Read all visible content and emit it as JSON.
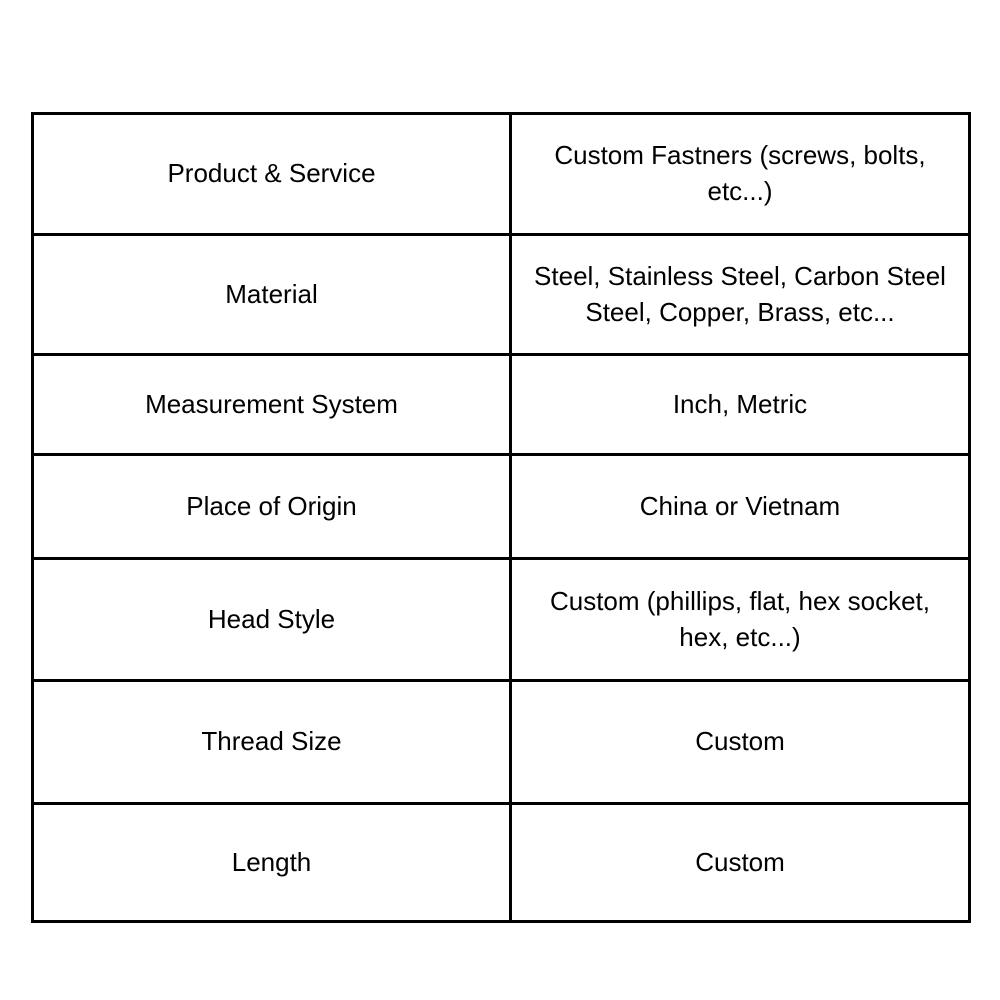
{
  "page": {
    "background_color": "#ffffff",
    "text_color": "#000000",
    "border_color": "#000000"
  },
  "table": {
    "name": "product-specification-table",
    "columns": 2,
    "row_count": 7,
    "rows": [
      {
        "label": "Product & Service",
        "value": "Custom Fastners (screws, bolts, etc...)",
        "height_class": "row-h-116"
      },
      {
        "label": "Material",
        "value": "Steel, Stainless Steel, Carbon Steel Steel, Copper, Brass, etc...",
        "height_class": "row-h-115"
      },
      {
        "label": "Measurement System",
        "value": "Inch, Metric",
        "height_class": "row-h-95"
      },
      {
        "label": "Place of Origin",
        "value": "China or Vietnam",
        "height_class": "row-h-99"
      },
      {
        "label": "Head Style",
        "value": "Custom (phillips, flat, hex socket, hex, etc...)",
        "height_class": "row-h-117"
      },
      {
        "label": "Thread Size",
        "value": "Custom",
        "height_class": "row-h-118"
      },
      {
        "label": "Length",
        "value": "Custom",
        "height_class": "row-h-113"
      }
    ]
  }
}
